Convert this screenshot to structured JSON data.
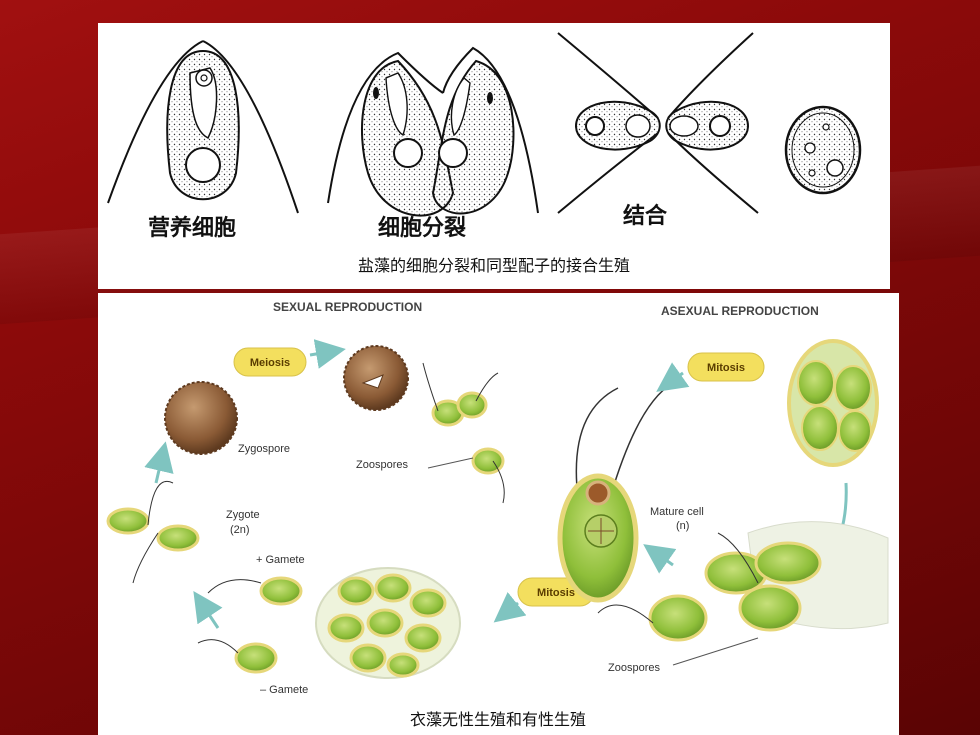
{
  "top": {
    "labels": [
      "营养细胞",
      "细胞分裂",
      "结合"
    ],
    "caption": "盐藻的细胞分裂和同型配子的接合生殖"
  },
  "bottom": {
    "sexual_header": "SEXUAL REPRODUCTION",
    "asexual_header": "ASEXUAL REPRODUCTION",
    "meiosis": "Meiosis",
    "mitosis_top": "Mitosis",
    "mitosis_left": "Mitosis",
    "zygospore": "Zygospore",
    "zoospores_left": "Zoospores",
    "zygote": "Zygote",
    "zygote_ploidy": "(2n)",
    "plus_gamete": "+ Gamete",
    "minus_gamete": "– Gamete",
    "mature_cell": "Mature cell",
    "mature_ploidy": "(n)",
    "zoospores_right": "Zoospores",
    "caption": "衣藻无性生殖和有性生殖"
  },
  "colors": {
    "background": "#8c0a0a",
    "cell_green": "#8fbf3a",
    "cell_rim": "#e6d77a",
    "pill": "#f3df5e",
    "arrow": "#7fc4c0",
    "zygospore": "#8a5a35"
  }
}
